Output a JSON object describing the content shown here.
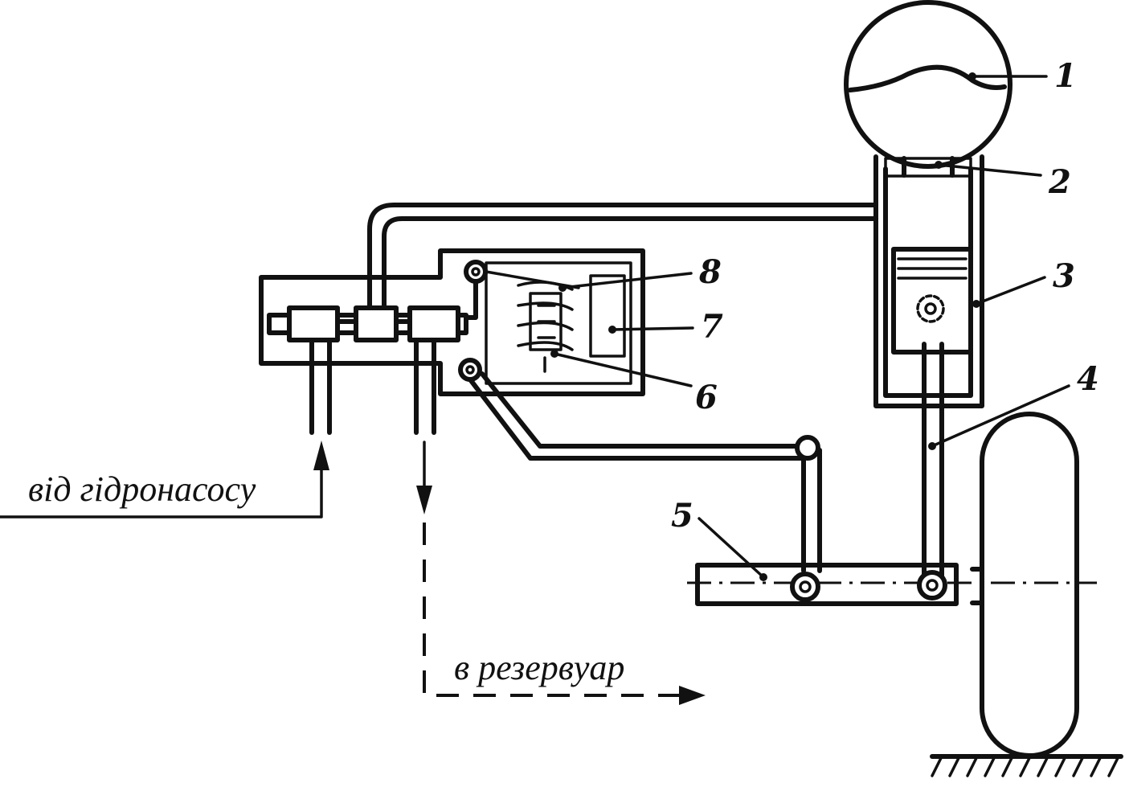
{
  "labels": {
    "n1": "1",
    "n2": "2",
    "n3": "3",
    "n4": "4",
    "n5": "5",
    "n6": "6",
    "n7": "7",
    "n8": "8"
  },
  "captions": {
    "from_pump": "від гідронасосу",
    "to_reservoir": "в резервуар"
  }
}
